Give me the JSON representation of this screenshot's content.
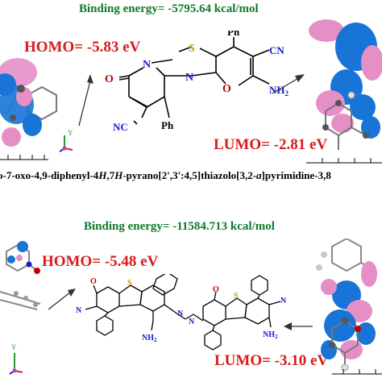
{
  "panel1": {
    "binding_energy": "Binding energy= -5795.64 kcal/mol",
    "homo": "HOMO= -5.83 eV",
    "lumo": "LUMO= -2.81 eV",
    "caption_parts": [
      "o-7-oxo-4,9-diphenyl-4",
      "H",
      ",7",
      "H",
      "-pyrano[2',3':4,5]thiazolo[3,2-",
      "a",
      "]pyrimidine-3,8"
    ],
    "structure_labels": {
      "ph_top": "Ph",
      "ph_bottom": "Ph",
      "cn_right": "CN",
      "nc_left": "NC",
      "nh2": "NH",
      "nh2_sub": "2",
      "o_carbonyl": "O",
      "n1": "N",
      "n2": "N",
      "s": "S",
      "o_ring": "O"
    },
    "axis_label": "Y"
  },
  "panel2": {
    "binding_energy": "Binding energy= -11584.713 kcal/mol",
    "homo": "HOMO= -5.48 eV",
    "lumo": "LUMO= -3.10 eV",
    "structure_labels": {
      "o_left": "O",
      "o_right": "O",
      "s_left": "S",
      "s_right": "S",
      "n": "N",
      "nc": "N",
      "cn": "N",
      "nh2_left": "NH",
      "nh2_right": "NH",
      "sub2": "2",
      "azo": "N"
    },
    "axis_label": "Y"
  },
  "colors": {
    "green": "#0f7a2a",
    "red": "#d81b1b",
    "blue": "#1874d6",
    "pink": "#e58fc6"
  }
}
